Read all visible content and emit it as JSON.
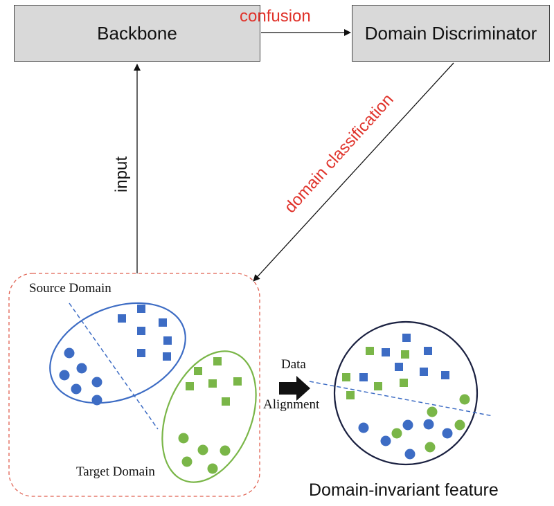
{
  "boxes": {
    "backbone": "Backbone",
    "discriminator": "Domain Discriminator"
  },
  "edges": {
    "confusion": "confusion",
    "domain_classification": "domain classification",
    "input": "input"
  },
  "panel": {
    "source_domain": "Source Domain",
    "target_domain": "Target Domain",
    "arrow_label_line1": "Data",
    "arrow_label_line2": "Alignment"
  },
  "result_caption": "Domain-invariant feature",
  "colors": {
    "source_blue": "#3d6cc4",
    "target_green": "#7ab648",
    "label_red": "#e0342c",
    "panel_border": "#e06050",
    "box_fill": "#d9d9d9"
  }
}
